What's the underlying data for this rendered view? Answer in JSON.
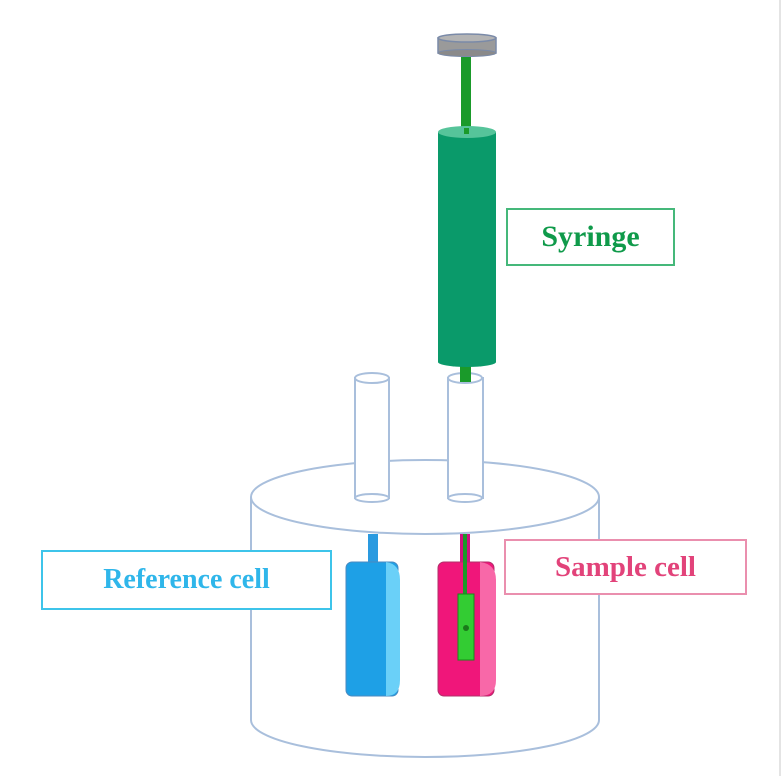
{
  "labels": {
    "syringe": "Syringe",
    "reference_cell": "Reference cell",
    "sample_cell": "Sample cell"
  },
  "colors": {
    "syringe": "#0a9a6a",
    "plunger": "#1a9a2a",
    "reference_cell": "#1ea0e6",
    "sample_cell": "#f0167a",
    "sample_needle": "#33cc33",
    "jacket_outline": "#a9bfdc"
  },
  "icons": [
    "plunger-cap-icon",
    "syringe-barrel-icon",
    "reference-cell-icon",
    "sample-cell-icon"
  ]
}
